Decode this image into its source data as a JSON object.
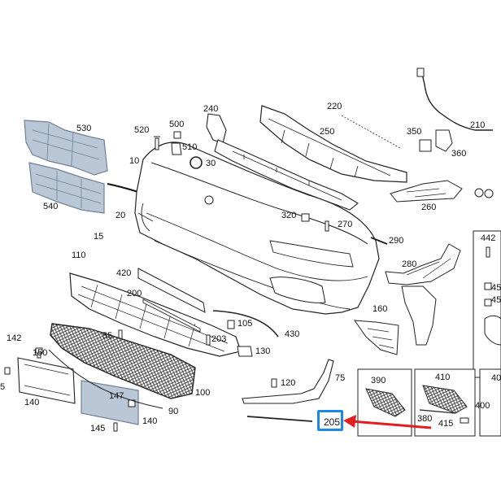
{
  "colors": {
    "line": "#222222",
    "part_fill": "#ffffff",
    "blue_part_fill": "#b9c7d6",
    "blue_part_stroke": "#6f8296",
    "highlight": "#1e88e5",
    "arrow": "#e02020",
    "grid_fill": "#333333"
  },
  "highlighted_callout": "205",
  "callouts": {
    "c530": "530",
    "c540": "540",
    "c10": "10",
    "c520": "520",
    "c500": "500",
    "c510": "510",
    "c30": "30",
    "c240": "240",
    "c220": "220",
    "c250": "250",
    "c350": "350",
    "c360": "360",
    "c210": "210",
    "c260": "260",
    "c320": "320",
    "c270": "270",
    "c290": "290",
    "c20": "20",
    "c15": "15",
    "c110": "110",
    "c420": "420",
    "c200": "200",
    "c280": "280",
    "c160": "160",
    "c442": "442",
    "c45a": "45",
    "c45b": "45",
    "c142": "142",
    "c150": "150",
    "c5": "5",
    "c55": "55",
    "c105": "105",
    "c203": "203",
    "c430": "430",
    "c130": "130",
    "c140a": "140",
    "c147": "147",
    "c140b": "140",
    "c145": "145",
    "c90": "90",
    "c100": "100",
    "c120": "120",
    "c75": "75",
    "c390": "390",
    "c410": "410",
    "c400": "400",
    "c380": "380",
    "c415": "415",
    "c205": "205",
    "c40": "40"
  }
}
